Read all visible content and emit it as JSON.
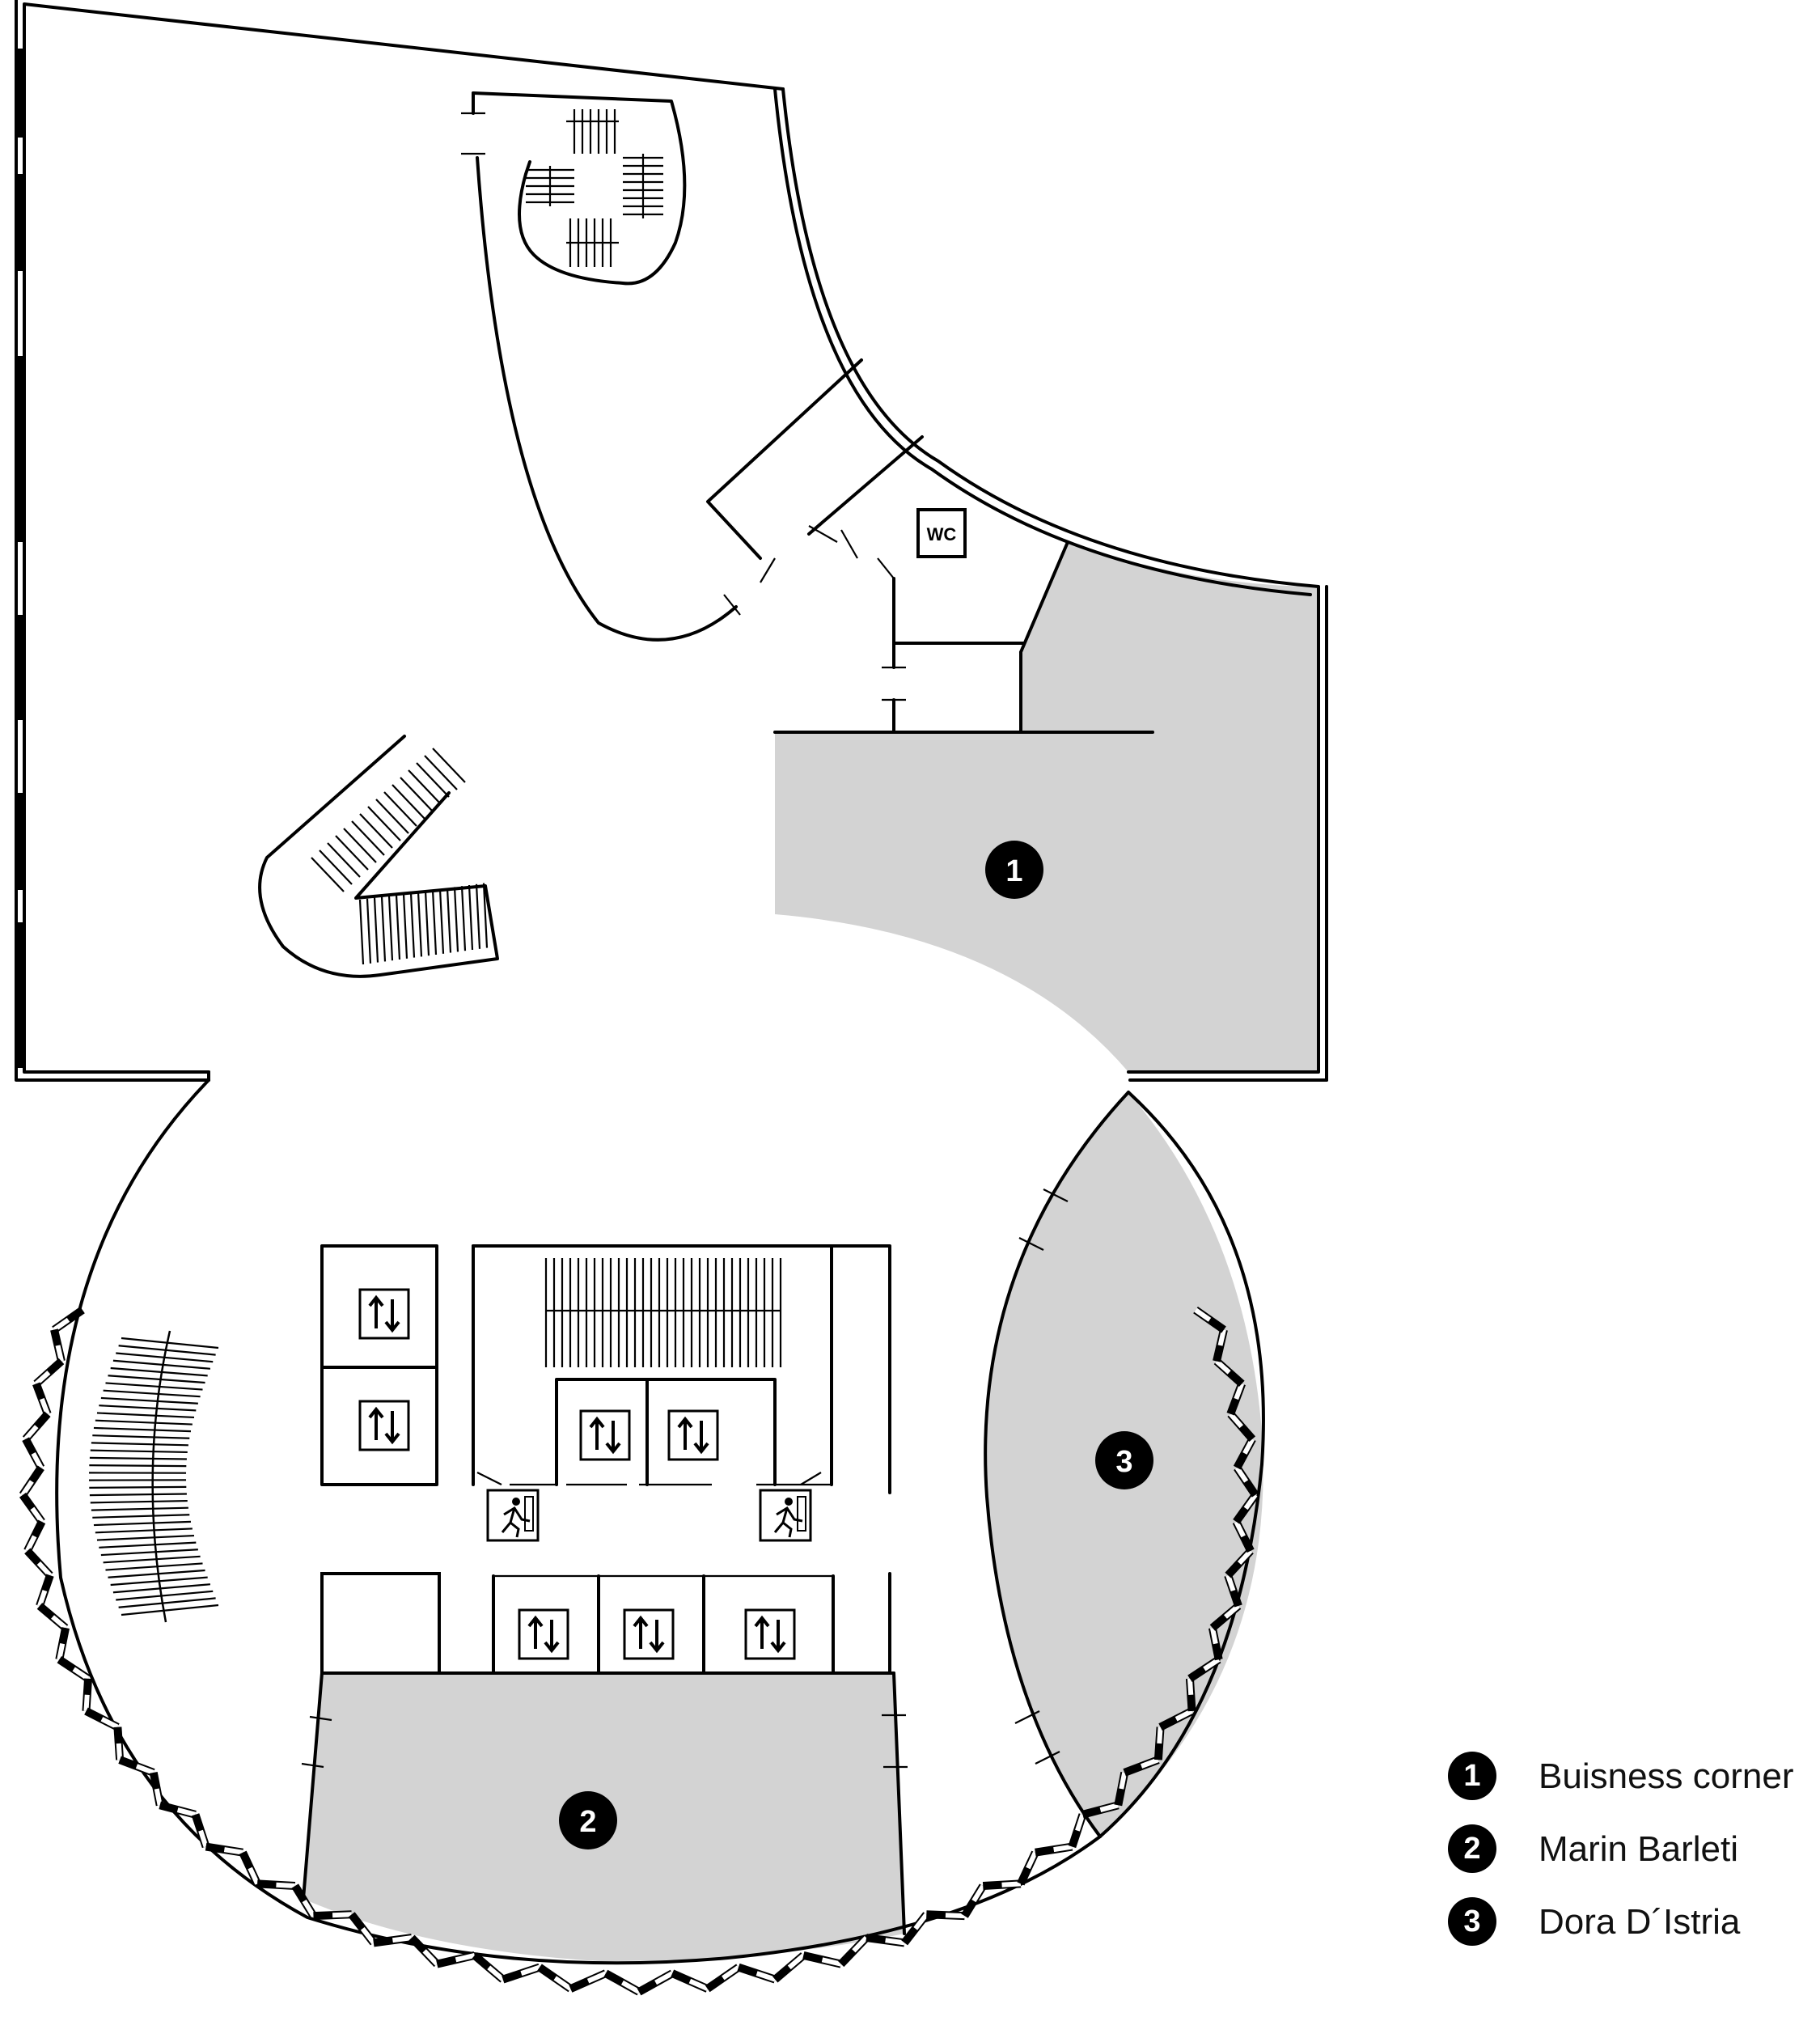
{
  "plan": {
    "wc_label": "WC",
    "markers": [
      {
        "number": "1"
      },
      {
        "number": "2"
      },
      {
        "number": "3"
      }
    ]
  },
  "legend": {
    "items": [
      {
        "number": "1",
        "label": "Buisness corner"
      },
      {
        "number": "2",
        "label": "Marin Barleti"
      },
      {
        "number": "3",
        "label": "Dora D´Istria"
      }
    ]
  },
  "colors": {
    "room_fill": "#d3d3d3",
    "wall": "#000000",
    "marker": "#000000"
  }
}
